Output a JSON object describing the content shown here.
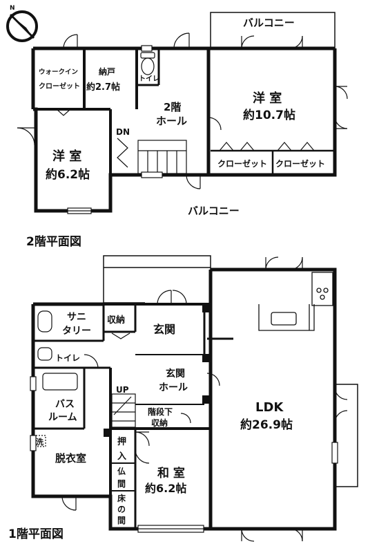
{
  "compass": {
    "north_label": "N"
  },
  "floor2": {
    "title": "2階平面図",
    "balcony_top": "バルコニー",
    "balcony_bottom": "バルコニー",
    "walkin": [
      "ウォークイン",
      "クローゼット"
    ],
    "storage": [
      "納戸",
      "約2.7帖"
    ],
    "toilet": "トイレ",
    "hall": [
      "2階",
      "ホール"
    ],
    "dn": "DN",
    "room_large": [
      "洋 室",
      "約10.7帖"
    ],
    "room_small": [
      "洋 室",
      "約6.2帖"
    ],
    "closet_1": "クローゼット",
    "closet_2": "クローゼット"
  },
  "floor1": {
    "title": "1階平面図",
    "sanitary": [
      "サニ",
      "タリー"
    ],
    "shuno": "収納",
    "genkan": "玄関",
    "toilet": "トイレ",
    "genkan_hall": [
      "玄関",
      "ホール"
    ],
    "up": "UP",
    "stair_storage": [
      "階段下",
      "収納"
    ],
    "bath": [
      "バス",
      "ルーム"
    ],
    "wash": "洗",
    "dressing": "脱衣室",
    "oshiire": [
      "押",
      "入"
    ],
    "butsuma": [
      "仏",
      "間"
    ],
    "tokonoma": [
      "床",
      "の",
      "間"
    ],
    "washitsu": [
      "和 室",
      "約6.2帖"
    ],
    "ldk": [
      "LDK",
      "約26.9帖"
    ]
  }
}
